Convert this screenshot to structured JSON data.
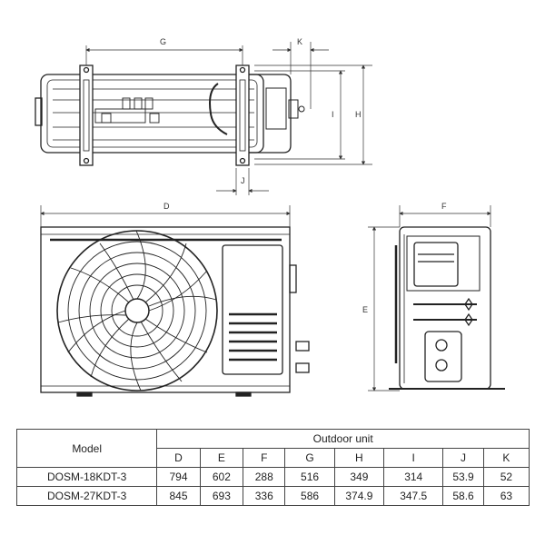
{
  "drawings": {
    "top_view": {
      "dimension_labels": [
        "G",
        "K",
        "I",
        "H",
        "J"
      ]
    },
    "front_view": {
      "dimension_labels": [
        "D"
      ]
    },
    "side_view": {
      "dimension_labels": [
        "F",
        "E"
      ]
    }
  },
  "table": {
    "model_header": "Model",
    "group_header": "Outdoor unit",
    "columns": [
      "D",
      "E",
      "F",
      "G",
      "H",
      "I",
      "J",
      "K"
    ],
    "rows": [
      {
        "model": "DOSM-18KDT-3",
        "values": [
          "794",
          "602",
          "288",
          "516",
          "349",
          "314",
          "53.9",
          "52"
        ]
      },
      {
        "model": "DOSM-27KDT-3",
        "values": [
          "845",
          "693",
          "336",
          "586",
          "374.9",
          "347.5",
          "58.6",
          "63"
        ]
      }
    ]
  }
}
